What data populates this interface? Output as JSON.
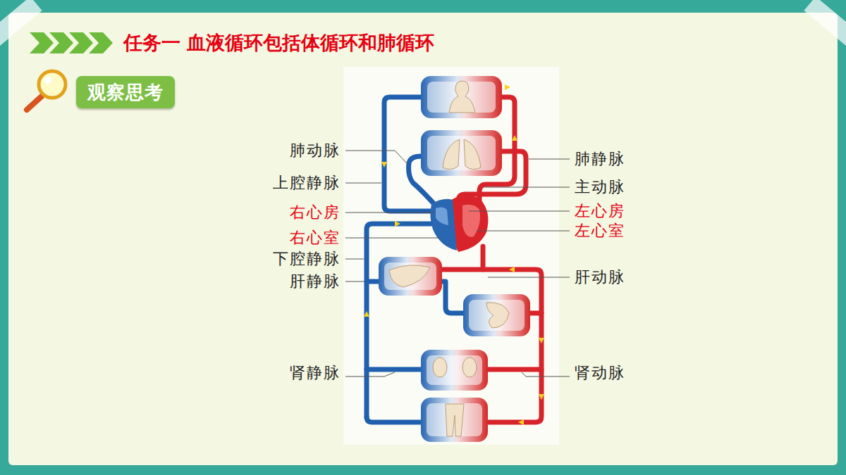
{
  "diagram": {
    "title": "任务一 血液循环包括体循环和肺循环",
    "nodes": [
      {
        "text": [
          "观察思考"
        ]
      }
    ],
    "labels": [
      "肺动脉",
      "上腔静脉",
      "右心房",
      "右心室",
      "下腔静脉",
      "肝静脉",
      "肾静脉",
      "肺静脉",
      "主动脉",
      "左心房",
      "左心室",
      "肝动脉",
      "肾动脉"
    ]
  }
}
